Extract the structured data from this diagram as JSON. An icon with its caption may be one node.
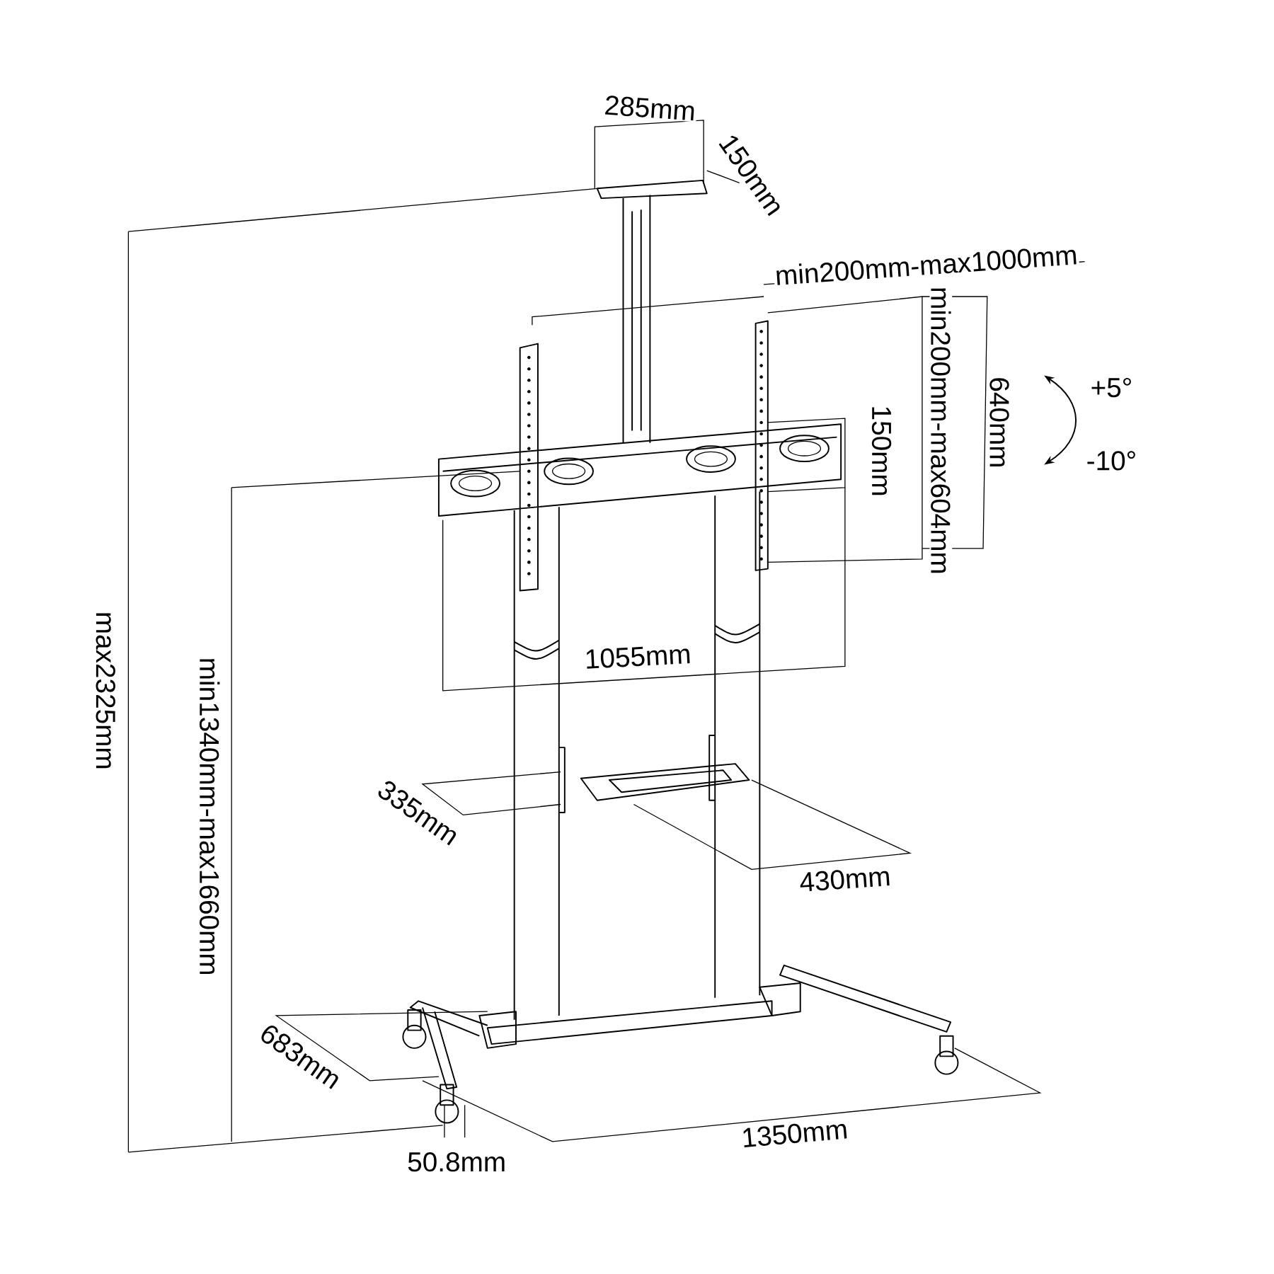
{
  "diagram": {
    "labels": [
      "285mm",
      "150mm",
      "min200mm-max1000mm",
      "min200mm-max604mm",
      "640mm",
      "150mm",
      "+5°",
      "-10°",
      "max2325mm",
      "min1340mm-max1660mm",
      "1055mm",
      "335mm",
      "430mm",
      "683mm",
      "50.8mm",
      "1350mm"
    ]
  }
}
